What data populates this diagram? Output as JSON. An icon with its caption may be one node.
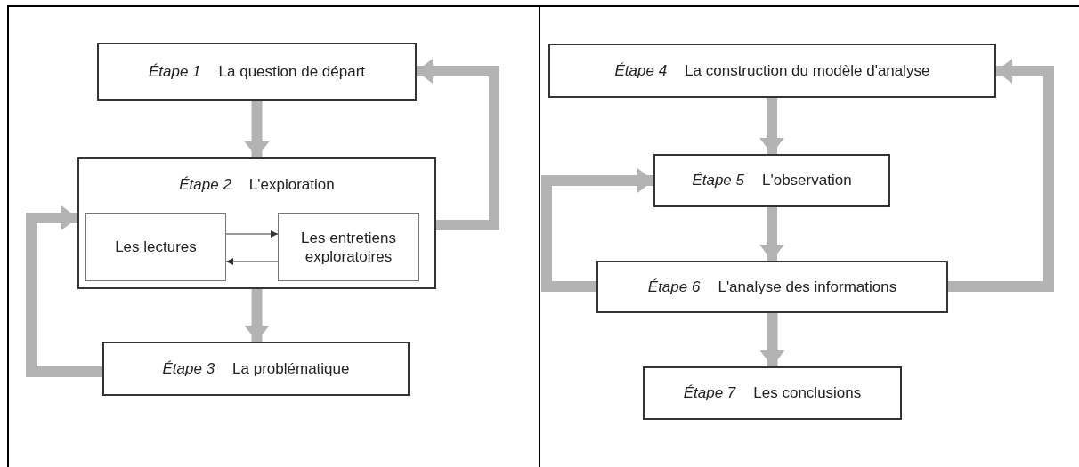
{
  "diagram": {
    "nodes": [
      {
        "text": [
          "Étape 1",
          "La question de départ"
        ]
      },
      {
        "text": [
          "Étape 2",
          "L'exploration"
        ]
      },
      {
        "text": [
          "Les lectures"
        ],
        "in": 1
      },
      {
        "text": [
          "Les entretiens exploratoires"
        ],
        "in": 1
      },
      {
        "text": [
          "Étape 3",
          "La problématique"
        ]
      },
      {
        "text": [
          "Étape 4",
          "La construction du modèle d'analyse"
        ]
      },
      {
        "text": [
          "Étape 5",
          "L'observation"
        ]
      },
      {
        "text": [
          "Étape 6",
          "L'analyse des informations"
        ]
      },
      {
        "text": [
          "Étape 7",
          "Les conclusions"
        ]
      }
    ],
    "edges": [
      {
        "from": 0,
        "to": 1,
        "arrow": "to"
      },
      {
        "from": 1,
        "to": 4,
        "arrow": "to"
      },
      {
        "from": 1,
        "to": 0,
        "arrow": "to"
      },
      {
        "from": 4,
        "to": 1,
        "arrow": "to"
      },
      {
        "from": 2,
        "to": 3,
        "arrow": "to",
        "color": "#333333"
      },
      {
        "from": 3,
        "to": 2,
        "arrow": "to",
        "color": "#333333"
      },
      {
        "from": 5,
        "to": 6,
        "arrow": "to"
      },
      {
        "from": 6,
        "to": 7,
        "arrow": "to"
      },
      {
        "from": 7,
        "to": 8,
        "arrow": "to"
      },
      {
        "from": 7,
        "to": 5,
        "arrow": "to"
      },
      {
        "from": 7,
        "to": 6,
        "arrow": "to"
      }
    ]
  }
}
